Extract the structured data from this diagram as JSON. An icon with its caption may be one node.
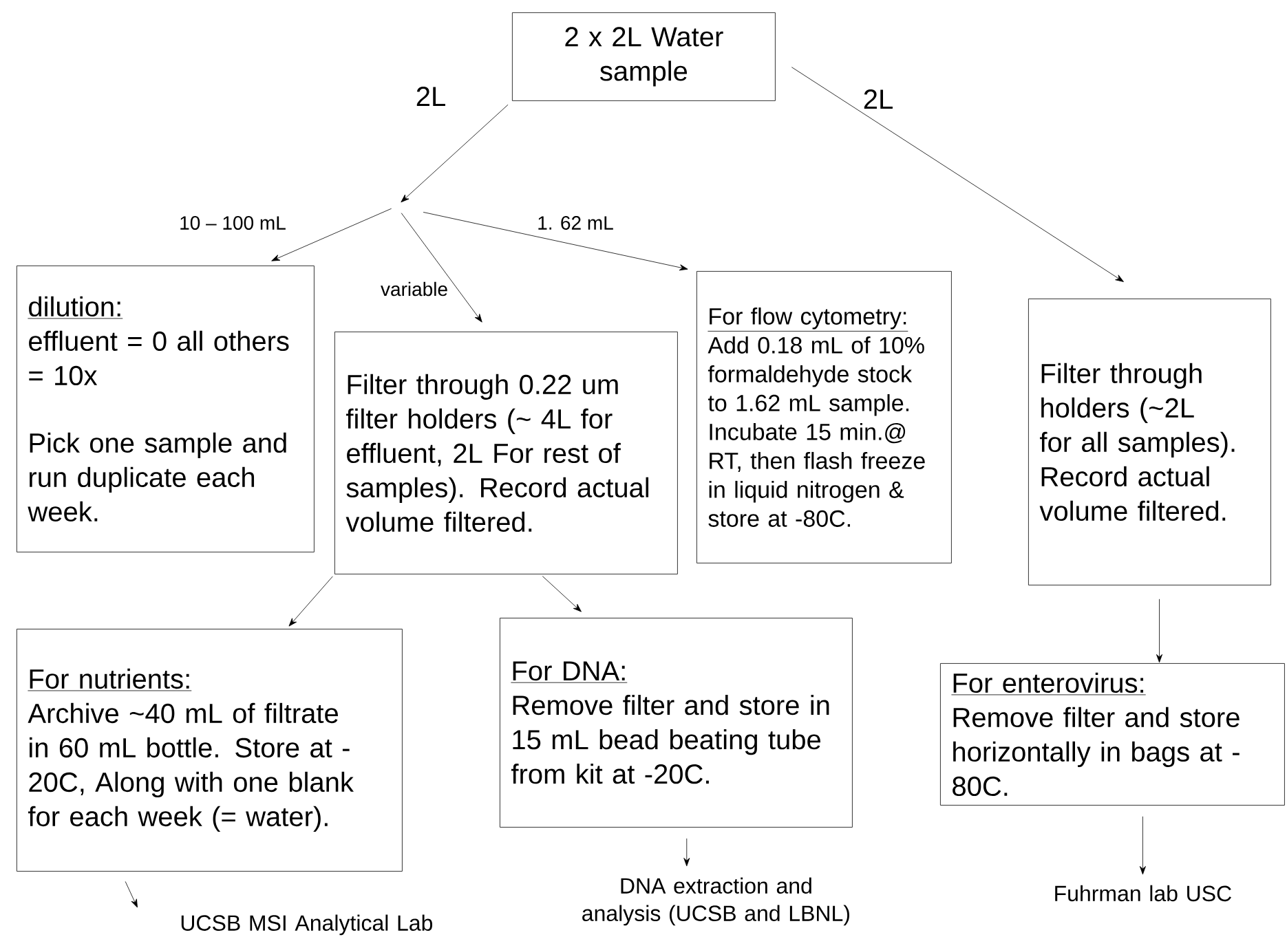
{
  "diagram": {
    "nodes": [
      {
        "text": [
          "2 x 2L Water sample"
        ]
      },
      {
        "text": [
          "dilution:",
          "effluent = 0 all others = 10x",
          "Pick one sample and run duplicate each week."
        ]
      },
      {
        "text": [
          "Filter through 0.22 um filter holders (~ 4L for effluent, 2L For rest of samples). Record actual volume filtered."
        ]
      },
      {
        "text": [
          "For flow cytometry:",
          "Add 0.18 mL of 10% formaldehyde stock to 1.62 mL sample. Incubate 15 min.@ RT, then flash freeze in liquid nitrogen & store at -80C."
        ]
      },
      {
        "text": [
          "Filter through holders (~2L for all samples). Record actual volume filtered."
        ]
      },
      {
        "text": [
          "For nutrients:",
          "Archive ~40 mL of filtrate in 60 mL bottle. Store at -20C, Along with one blank for each week (= water)."
        ]
      },
      {
        "text": [
          "For DNA:",
          "Remove filter and store in 15 mL bead beating tube from kit at -20C."
        ]
      },
      {
        "text": [
          "For enterovirus:",
          "Remove filter and store horizontally in bags at -80C."
        ]
      },
      {
        "text": [
          "UCSB MSI Analytical Lab"
        ]
      },
      {
        "text": [
          "DNA extraction and analysis (UCSB and LBNL)"
        ]
      },
      {
        "text": [
          "Fuhrman lab USC"
        ]
      }
    ],
    "edges": [
      {
        "from": 0,
        "to": null,
        "arrow": "to",
        "label": "2L"
      },
      {
        "from": 0,
        "to": 4,
        "arrow": "to",
        "label": "2L"
      },
      {
        "from": null,
        "to": 1,
        "arrow": "to",
        "label": "10 – 100 mL"
      },
      {
        "from": null,
        "to": 2,
        "arrow": "to",
        "label": "variable"
      },
      {
        "from": null,
        "to": 3,
        "arrow": "to",
        "label": "1. 62 mL"
      },
      {
        "from": 2,
        "to": 5,
        "arrow": "to"
      },
      {
        "from": 2,
        "to": 6,
        "arrow": "to"
      },
      {
        "from": 4,
        "to": 7,
        "arrow": "to"
      },
      {
        "from": 5,
        "to": 8,
        "arrow": "to"
      },
      {
        "from": 6,
        "to": 9,
        "arrow": "to"
      },
      {
        "from": 7,
        "to": 10,
        "arrow": "to"
      }
    ]
  }
}
